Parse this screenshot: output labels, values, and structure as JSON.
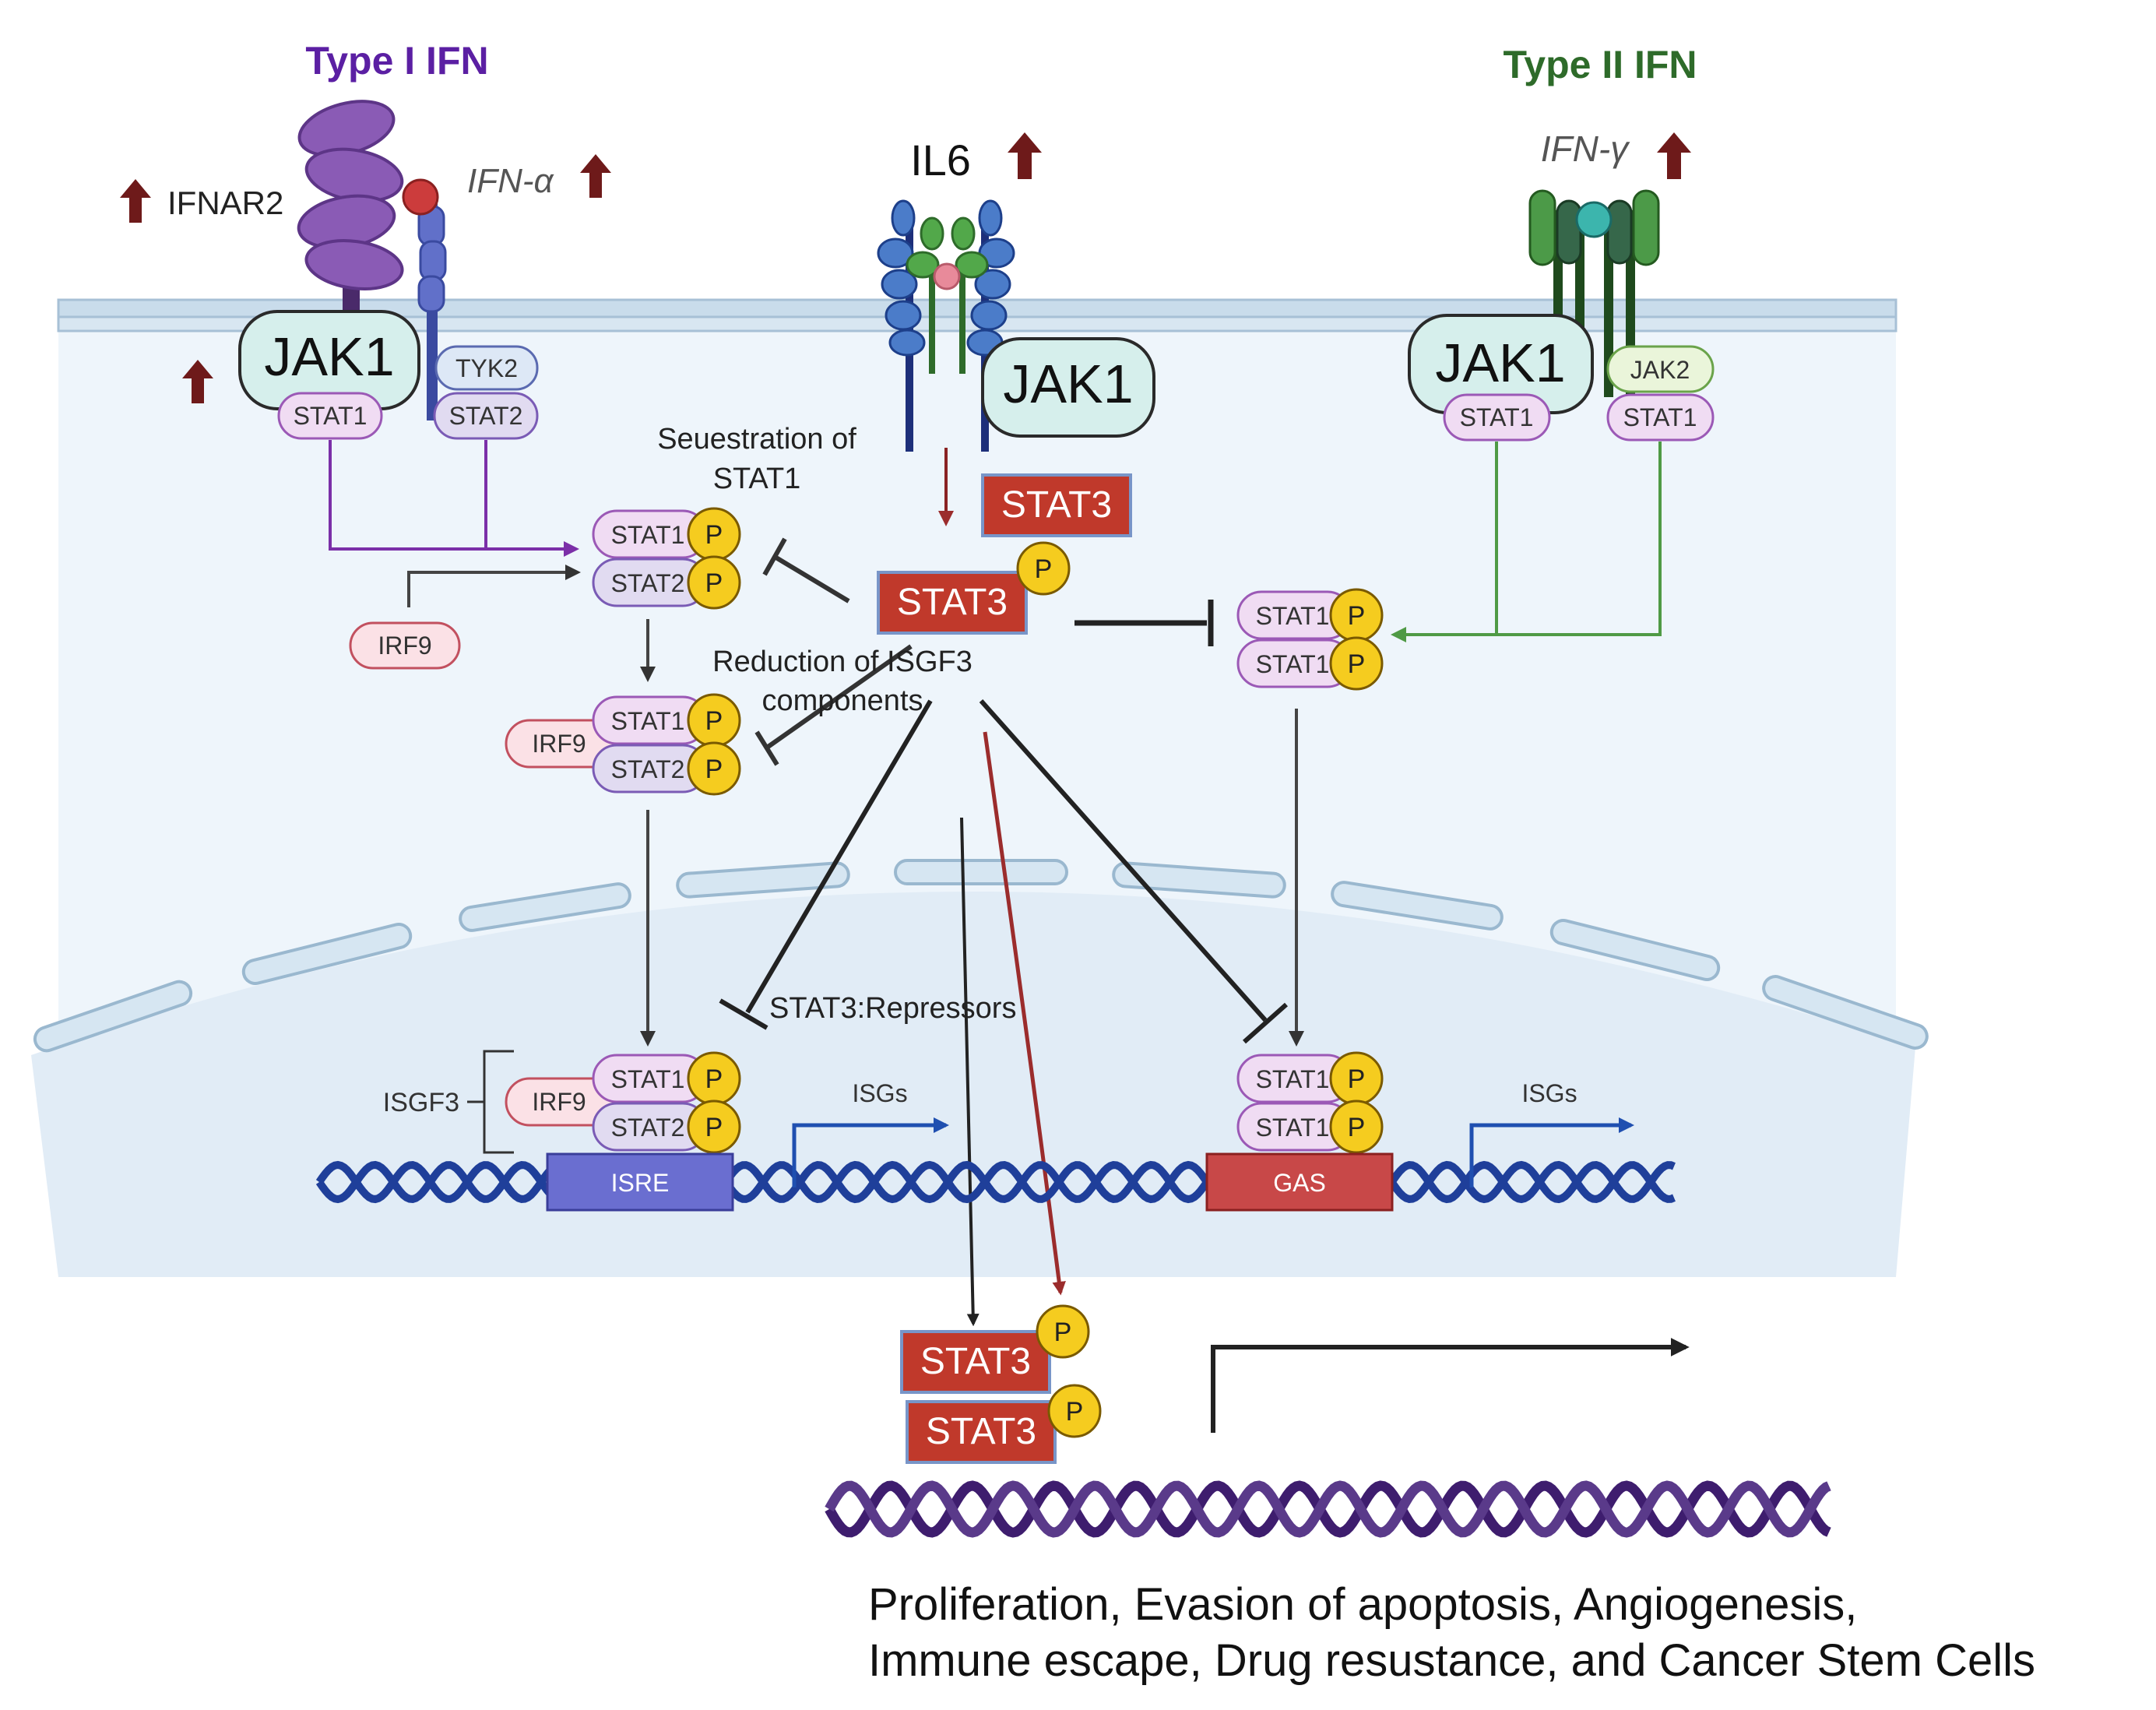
{
  "labels": {
    "type1_ifn": "Type I IFN",
    "type2_ifn": "Type II IFN",
    "ifnar2": "IFNAR2",
    "ifn_alpha": "IFN-α",
    "il6": "IL6",
    "ifn_gamma": "IFN-γ",
    "jak1": "JAK1",
    "tyk2": "TYK2",
    "jak2": "JAK2",
    "stat1": "STAT1",
    "stat2": "STAT2",
    "stat3": "STAT3",
    "irf9": "IRF9",
    "p": "P",
    "sequestration_line1": "Seuestration of",
    "sequestration_line2": "STAT1",
    "reduction_line1": "Reduction of ISGF3",
    "reduction_line2": "components",
    "repressors": "STAT3:Repressors",
    "isgf3": "ISGF3",
    "isgs": "ISGs",
    "isre": "ISRE",
    "gas": "GAS",
    "outcome_line1": "Proliferation, Evasion of apoptosis, Angiogenesis,",
    "outcome_line2": "Immune escape, Drug resustance, and Cancer Stem Cells"
  },
  "colors": {
    "type1": "#5b1fa3",
    "type2": "#2e6b2a",
    "up_arrow": "#6e1a1a",
    "jak_fill": "#d6efec",
    "stat_fill": "#f0dcf3",
    "stat_stroke": "#9b59b6",
    "stat3_fill": "#c0392b",
    "p_fill": "#f5cc1f",
    "isre_fill": "#6a6ed0",
    "gas_fill": "#c84848",
    "membrane": "#c9dceb",
    "cytoplasm": "#eef5fb",
    "dna_blue": "#1f3f9a",
    "dna_purple": "#3e1d6e"
  }
}
